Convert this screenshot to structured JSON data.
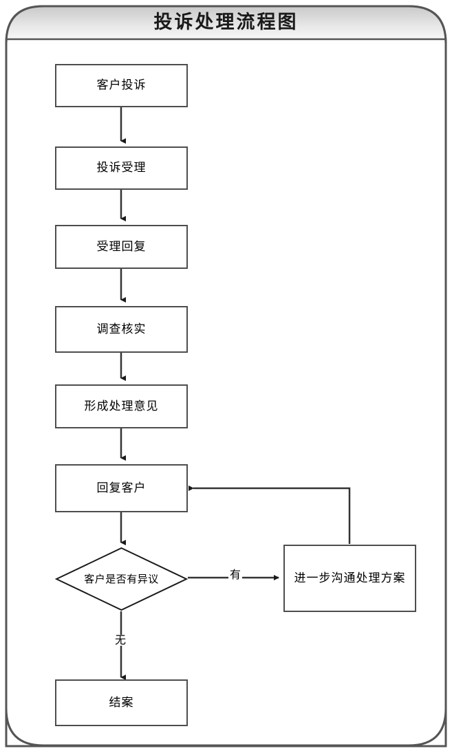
{
  "document": {
    "title": "投诉处理流程图",
    "frame_border_color": "#555555",
    "header_gradient_from": "#cccccc",
    "header_gradient_to": "#fbfbfb",
    "node_border_color": "#4d4d4d",
    "connector_color": "#333333",
    "background_color": "#ffffff"
  },
  "flowchart": {
    "type": "flowchart",
    "nodes": [
      {
        "id": "n1",
        "shape": "process",
        "label": "客户投诉"
      },
      {
        "id": "n2",
        "shape": "process",
        "label": "投诉受理"
      },
      {
        "id": "n3",
        "shape": "process",
        "label": "受理回复"
      },
      {
        "id": "n4",
        "shape": "process",
        "label": "调查核实"
      },
      {
        "id": "n5",
        "shape": "process",
        "label": "形成处理意见"
      },
      {
        "id": "n6",
        "shape": "process",
        "label": "回复客户"
      },
      {
        "id": "d1",
        "shape": "decision",
        "label": "客户是否有异议"
      },
      {
        "id": "n7",
        "shape": "process",
        "label": "进一步沟通处理方案"
      },
      {
        "id": "n8",
        "shape": "process",
        "label": "结案"
      }
    ],
    "edges": [
      {
        "from": "n1",
        "to": "n2",
        "label": ""
      },
      {
        "from": "n2",
        "to": "n3",
        "label": ""
      },
      {
        "from": "n3",
        "to": "n4",
        "label": ""
      },
      {
        "from": "n4",
        "to": "n5",
        "label": ""
      },
      {
        "from": "n5",
        "to": "n6",
        "label": ""
      },
      {
        "from": "n6",
        "to": "d1",
        "label": ""
      },
      {
        "from": "d1",
        "to": "n7",
        "label": "有"
      },
      {
        "from": "d1",
        "to": "n8",
        "label": "无"
      },
      {
        "from": "n7",
        "to": "n6",
        "label": ""
      }
    ],
    "edge_labels": {
      "yes": "有",
      "no": "无"
    }
  }
}
